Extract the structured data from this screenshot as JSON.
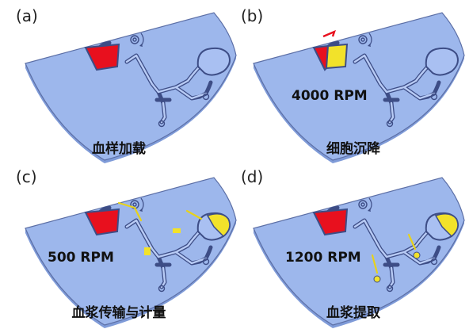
{
  "panels": [
    {
      "tag": "(a)",
      "caption": "血样加载",
      "rpm": "",
      "state": "load"
    },
    {
      "tag": "(b)",
      "caption": "细胞沉降",
      "rpm": "4000 RPM",
      "state": "sediment"
    },
    {
      "tag": "(c)",
      "caption": "血浆传输与计量",
      "rpm": "500 RPM",
      "state": "transfer"
    },
    {
      "tag": "(d)",
      "caption": "血浆提取",
      "rpm": "1200 RPM",
      "state": "extract"
    }
  ],
  "colors": {
    "disc": "#9db7ec",
    "channel": "#3d4d86",
    "blood": "#e8101e",
    "plasma": "#f2e22a"
  }
}
